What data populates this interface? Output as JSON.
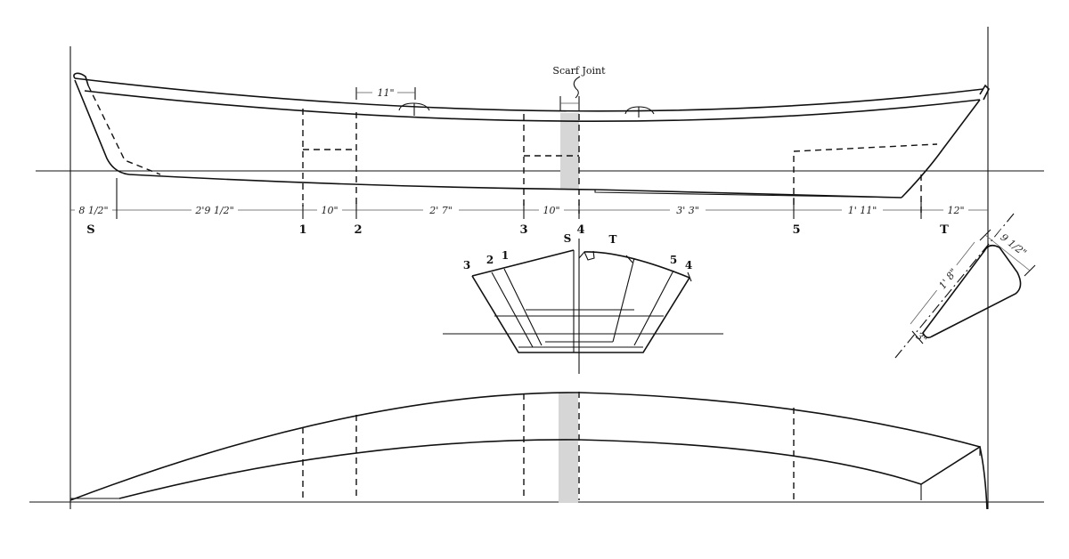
{
  "annotations": {
    "scarf_joint": "Scarf Joint"
  },
  "dimensions": {
    "bow": "8 1/2\"",
    "s_to_1": "2'9 1/2\"",
    "1_to_2": "10\"",
    "2_to_3": "2' 7\"",
    "3_to_4": "10\"",
    "4_to_5": "3' 3\"",
    "5_to_t": "1' 11\"",
    "stern": "12\"",
    "block_width": "11\"",
    "transom_top": "9 1/2\"",
    "transom_length": "1' 8\"",
    "transom_bottom": "3\""
  },
  "stations": {
    "s": "S",
    "one": "1",
    "two": "2",
    "three": "3",
    "four": "4",
    "five": "5",
    "t": "T"
  },
  "body_plan": {
    "left_3": "3",
    "left_2": "2",
    "left_1": "1",
    "center_s": "S",
    "center_4": "4",
    "center_t": "T",
    "right_5": "5",
    "right_4": "4"
  }
}
